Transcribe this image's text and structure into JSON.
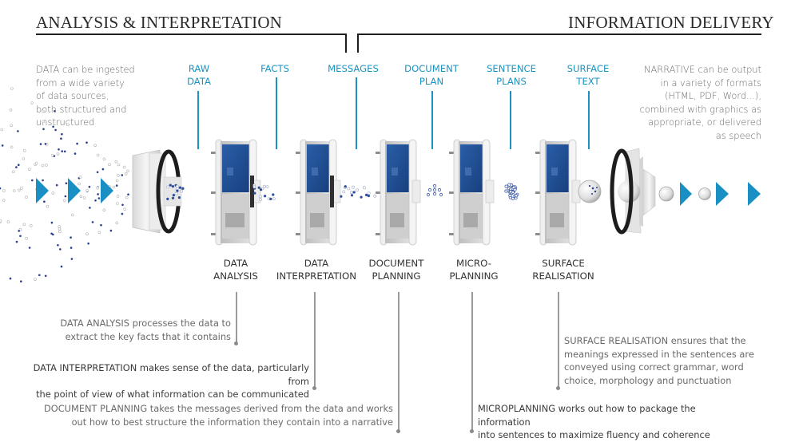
{
  "header": {
    "left_title": "ANALYSIS & INTERPRETATION",
    "right_title": "INFORMATION DELIVERY"
  },
  "intro": {
    "input_text": "DATA can be ingested\nfrom a wide variety\nof data sources,\nboth structured and\nunstructured",
    "output_text": "NARRATIVE can be output\nin a variety of formats\n(HTML, PDF, Word...),\ncombined with graphics as\nappropriate, or delivered\nas speech"
  },
  "artifacts": [
    {
      "label": "RAW\nDATA"
    },
    {
      "label": "FACTS"
    },
    {
      "label": "MESSAGES"
    },
    {
      "label": "DOCUMENT\nPLAN"
    },
    {
      "label": "SENTENCE\nPLANS"
    },
    {
      "label": "SURFACE\nTEXT"
    }
  ],
  "stages": [
    {
      "label": "DATA\nANALYSIS"
    },
    {
      "label": "DATA\nINTERPRETATION"
    },
    {
      "label": "DOCUMENT\nPLANNING"
    },
    {
      "label": "MICRO-\nPLANNING"
    },
    {
      "label": "SURFACE\nREALISATION"
    }
  ],
  "notes": {
    "data_analysis": "DATA ANALYSIS processes the data to\nextract the key facts that it contains",
    "data_interpretation": "DATA INTERPRETATION makes sense of the data, particularly from\nthe point of view of what information can be communicated",
    "document_planning": "DOCUMENT PLANNING takes the messages derived from the data and works\nout how to best structure the information they contain into a narrative",
    "surface_realisation": "SURFACE REALISATION ensures that the\nmeanings expressed in the sentences are\nconveyed using correct grammar, word\nchoice, morphology and punctuation",
    "microplanning": "MICROPLANNING works out how to package the information\ninto sentences to maximize fluency and coherence"
  },
  "icons": {
    "flow_arrow": "triangle-right",
    "stage_machine": "rotor-wheel",
    "input_funnel": "intake-funnel",
    "output_funnel": "output-funnel",
    "data_particle": "dot",
    "output_sphere": "sphere"
  },
  "colors": {
    "accent_blue": "#1a93c2",
    "arrow_blue": "#1a8fc4",
    "machine_blue": "#1f4f94",
    "particle_blue": "#2c3f8c",
    "heading": "#2a2a2a",
    "body_text": "#6a6a6a"
  }
}
